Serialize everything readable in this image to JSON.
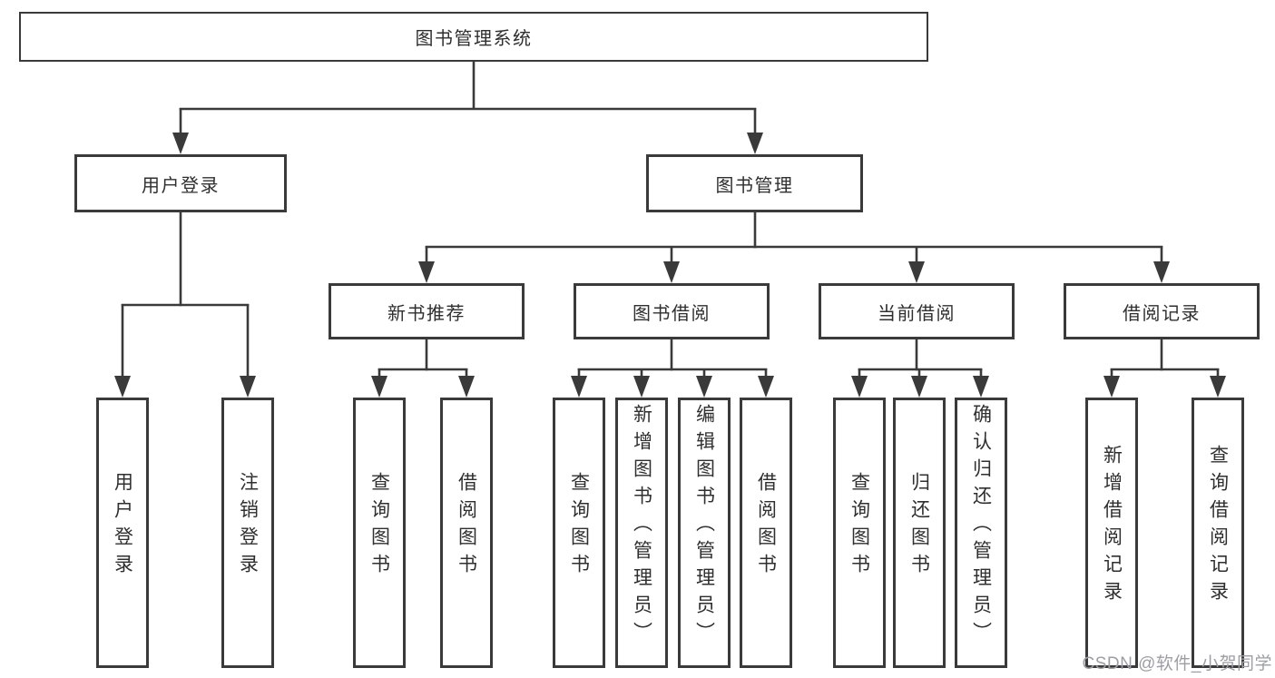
{
  "diagram": {
    "title_node": {
      "label": "图书管理系统"
    },
    "level2": [
      {
        "label": "用户登录"
      },
      {
        "label": "图书管理"
      }
    ],
    "level3": [
      {
        "label": "新书推荐",
        "parent": "图书管理"
      },
      {
        "label": "图书借阅",
        "parent": "图书管理"
      },
      {
        "label": "当前借阅",
        "parent": "图书管理"
      },
      {
        "label": "借阅记录",
        "parent": "图书管理"
      }
    ],
    "leaves": [
      {
        "label": "用户登录",
        "parent": "用户登录"
      },
      {
        "label": "注销登录",
        "parent": "用户登录"
      },
      {
        "label": "查询图书",
        "parent": "新书推荐"
      },
      {
        "label": "借阅图书",
        "parent": "新书推荐"
      },
      {
        "label": "查询图书",
        "parent": "图书借阅"
      },
      {
        "label": "新增图书（管理员）",
        "parent": "图书借阅"
      },
      {
        "label": "编辑图书（管理员）",
        "parent": "图书借阅"
      },
      {
        "label": "借阅图书",
        "parent": "图书借阅"
      },
      {
        "label": "查询图书",
        "parent": "当前借阅"
      },
      {
        "label": "归还图书",
        "parent": "当前借阅"
      },
      {
        "label": "确认归还（管理员）",
        "parent": "当前借阅"
      },
      {
        "label": "新增借阅记录",
        "parent": "借阅记录"
      },
      {
        "label": "查询借阅记录",
        "parent": "借阅记录"
      }
    ],
    "line_color": "#3a3a3a",
    "text_color": "#2f2f2f"
  },
  "watermark": {
    "text": "CSDN @软件_小贺同学",
    "color": "#9b9fa4"
  }
}
